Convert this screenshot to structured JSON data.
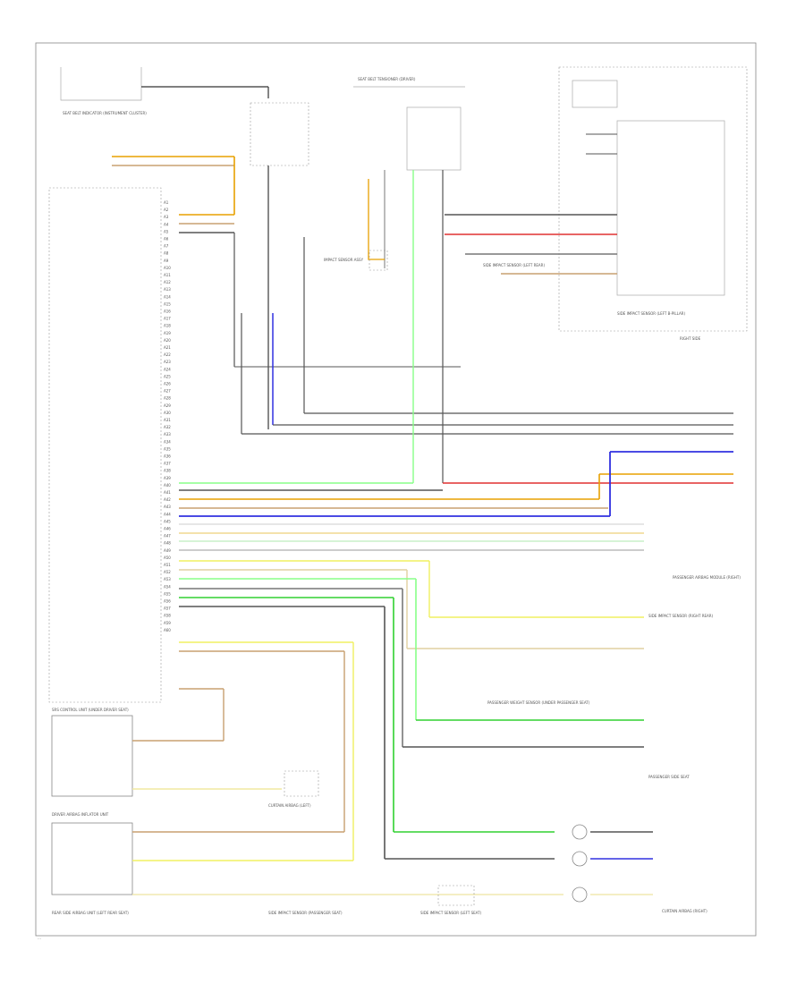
{
  "legend_code": "…",
  "components": {
    "seat_belt_indicator": "SEAT BELT INDICATOR (INSTRUMENT CLUSTER)",
    "front_seat_tensioner": "SEAT BELT TENSIONER (DRIVER)",
    "impact_sensor_box": "IMPACT SENSOR ASSY",
    "side_sensor": "SIDE IMPACT SENSOR (LEFT B-PILLAR)",
    "airbag_module_right": "PASSENGER AIRBAG MODULE (RIGHT)",
    "passenger_side_label": "PASSENGER SIDE SEAT",
    "right_side_label": "RIGHT SIDE",
    "srs_control_unit": "SRS CONTROL UNIT (UNDER DRIVER SEAT)",
    "driver_airbag_unit": "DRIVER AIRBAG INFLATOR UNIT",
    "curtain_airbag_left": "CURTAIN AIRBAG (LEFT)",
    "curtain_airbag_right": "CURTAIN AIRBAG (RIGHT)",
    "left_rear_sensor": "SIDE IMPACT SENSOR (LEFT REAR)",
    "right_rear_sensor": "SIDE IMPACT SENSOR (RIGHT REAR)",
    "pass_weight_label": "PASSENGER WEIGHT SENSOR (UNDER PASSENGER SEAT)",
    "sensor_lower_1": "SIDE IMPACT SENSOR (PASSENGER SEAT)",
    "sensor_lower_2": "SIDE IMPACT SENSOR (LEFT SEAT)",
    "rear_side_unit": "REAR SIDE AIRBAG UNIT (LEFT REAR SEAT)"
  },
  "connector_pins": [
    "A1",
    "A2",
    "A3",
    "A4",
    "A5",
    "A6",
    "A7",
    "A8",
    "A9",
    "A10",
    "A11",
    "A12",
    "A13",
    "A14",
    "A15",
    "A16",
    "A17",
    "A18",
    "A19",
    "A20",
    "A21",
    "A22",
    "A23",
    "A24",
    "A25",
    "A26",
    "A27",
    "A28",
    "A29",
    "A30",
    "A31",
    "A32",
    "A33",
    "A34",
    "A35",
    "A36",
    "A37",
    "A38",
    "A39",
    "A40",
    "A41",
    "A42",
    "A43",
    "A44",
    "A45",
    "A46",
    "A47",
    "A48",
    "A49",
    "A50",
    "A51",
    "A52",
    "A53",
    "A54",
    "A55",
    "A56",
    "A57",
    "A58",
    "A59",
    "A60"
  ],
  "wire_colors": {
    "orange": "#e8a000",
    "tan": "#c8a070",
    "yellow": "#f0e000",
    "green": "#30d030",
    "lightgreen": "#88ff88",
    "red": "#e03030",
    "blue": "#3030e0",
    "black": "#333333",
    "gray": "#777777",
    "white_gray": "#aaaaaa"
  }
}
